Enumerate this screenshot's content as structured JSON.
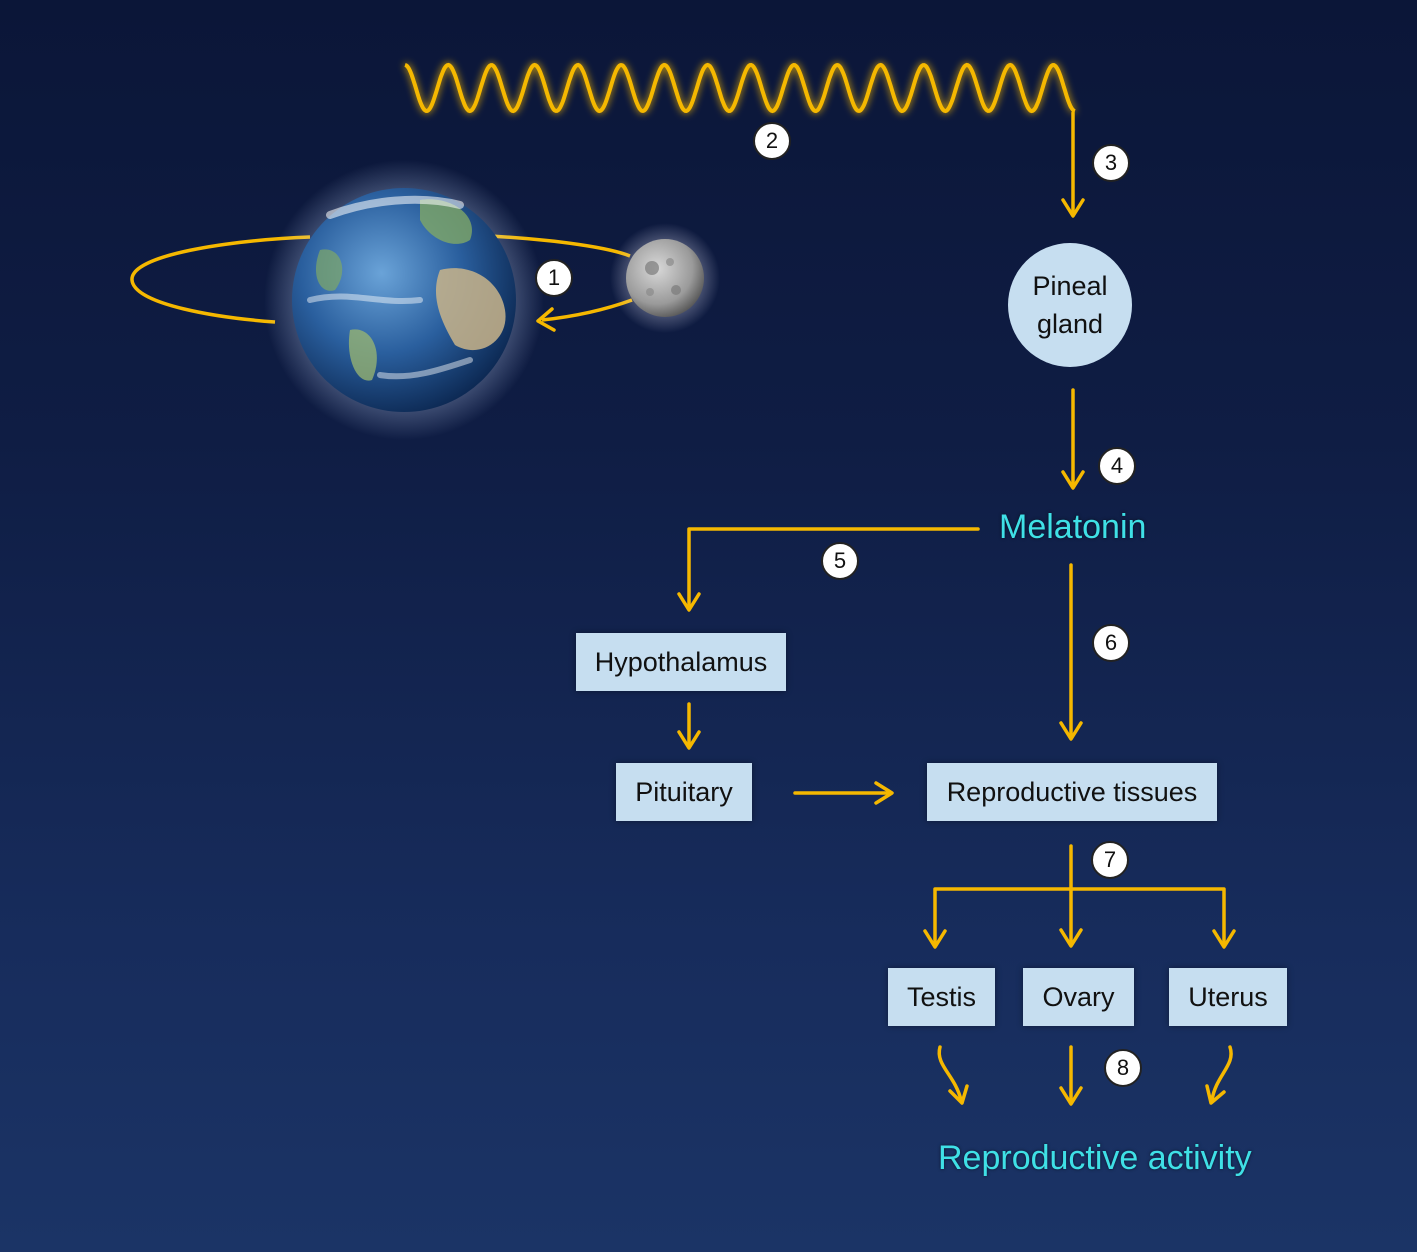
{
  "nodes": {
    "pineal_line1": "Pineal",
    "pineal_line2": "gland",
    "melatonin": "Melatonin",
    "hypothalamus": "Hypothalamus",
    "pituitary": "Pituitary",
    "reproductive_tissues": "Reproductive tissues",
    "testis": "Testis",
    "ovary": "Ovary",
    "uterus": "Uterus",
    "reproductive_activity": "Reproductive activity"
  },
  "steps": [
    "1",
    "2",
    "3",
    "4",
    "5",
    "6",
    "7",
    "8"
  ],
  "colors": {
    "arrow": "#f5b800",
    "box_fill": "#c6def0",
    "label_cyan": "#3fe0e6",
    "background_top": "#0b1638",
    "background_bottom": "#1b3466"
  },
  "icons": [
    "earth-icon",
    "moon-icon",
    "light-wave-icon"
  ]
}
